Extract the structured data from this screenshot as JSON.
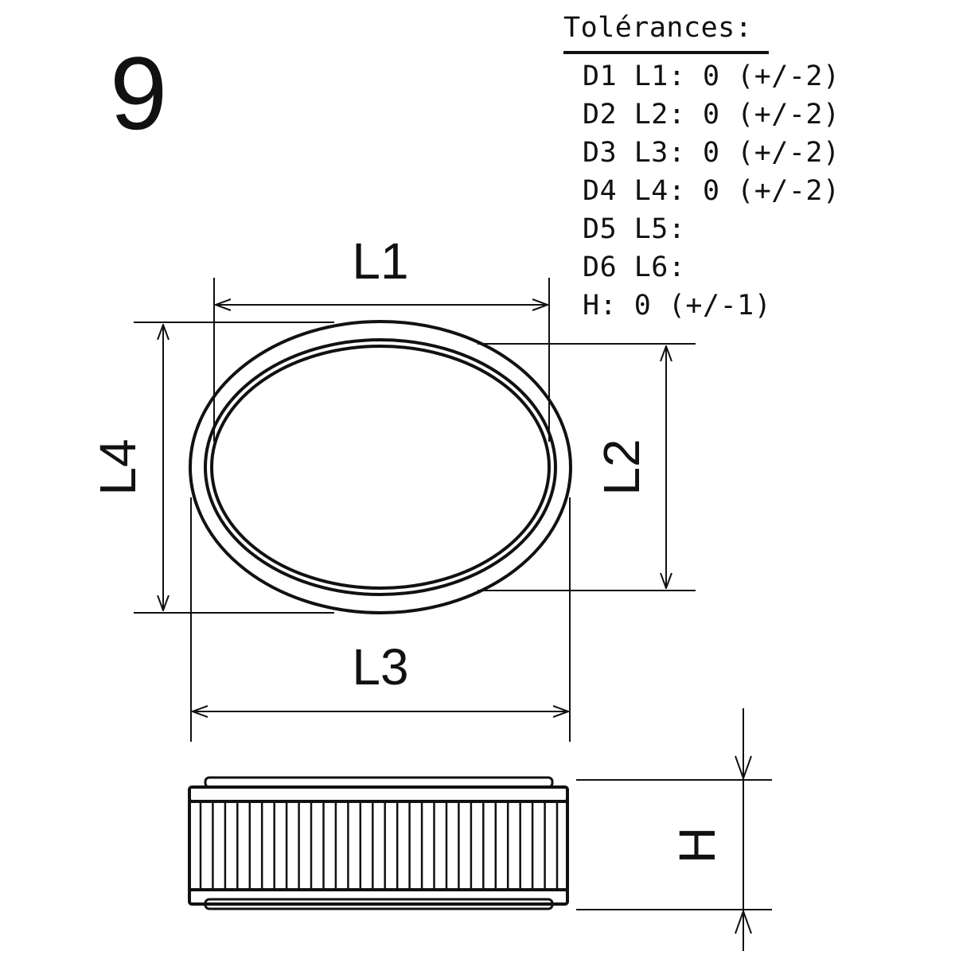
{
  "figure_number": "9",
  "tolerances": {
    "title": "Tolérances:",
    "rows": [
      "D1 L1: 0 (+/-2)",
      "D2 L2: 0 (+/-2)",
      "D3 L3: 0 (+/-2)",
      "D4 L4: 0 (+/-2)",
      "D5 L5:",
      "D6 L6:",
      "H: 0 (+/-1)"
    ]
  },
  "dimensions": {
    "L1": "L1",
    "L2": "L2",
    "L3": "L3",
    "L4": "L4",
    "H": "H"
  },
  "colors": {
    "line": "#111111",
    "background": "#ffffff"
  }
}
